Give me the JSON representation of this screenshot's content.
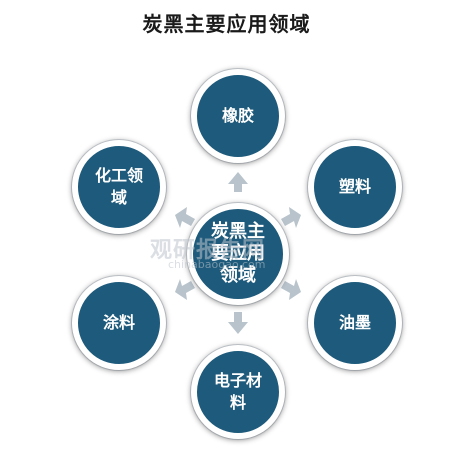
{
  "title": "炭黑主要应用领域",
  "center": {
    "label": "炭黑主要应用领域"
  },
  "nodes": [
    {
      "id": "rubber",
      "label": "橡胶"
    },
    {
      "id": "plastic",
      "label": "塑料"
    },
    {
      "id": "ink",
      "label": "油墨"
    },
    {
      "id": "electronic",
      "label": "电子材料"
    },
    {
      "id": "coating",
      "label": "涂料"
    },
    {
      "id": "chemical",
      "label": "化工领域"
    }
  ],
  "colors": {
    "node_fill": "#1d5a7b",
    "arrow_fill": "#b8c3cc",
    "watermark": "#c4c9cf"
  },
  "watermark": {
    "text": "观研报告网",
    "url": "chinabaogao.com"
  }
}
